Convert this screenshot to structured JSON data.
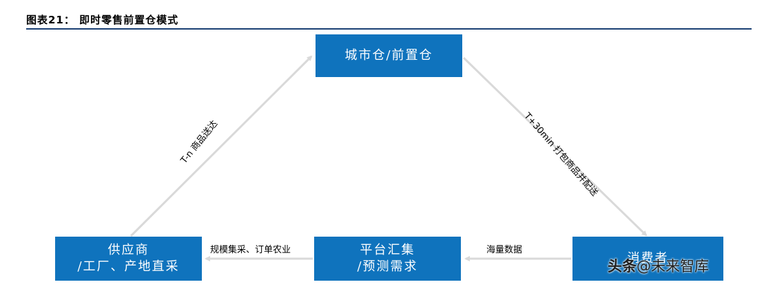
{
  "header": {
    "title": "图表21： 即时零售前置仓模式"
  },
  "nodes": {
    "city": {
      "line1": "城市仓/前置仓"
    },
    "supplier": {
      "line1": "供应商",
      "line2": "/工厂、产地直采"
    },
    "platform": {
      "line1": "平台汇集",
      "line2": "/预测需求"
    },
    "consumer": {
      "line1": "消费者"
    }
  },
  "edges": {
    "supplier_to_city": "T-n 商品送达",
    "city_to_consumer": "T+30min 打包商品并配送",
    "consumer_to_platform": "海量数据",
    "platform_to_supplier": "规模集采、订单农业"
  },
  "watermark": {
    "brand": "头条",
    "account": "@未来智库"
  },
  "colors": {
    "box": "#0f73bd",
    "arrow": "#d9d9d9",
    "rule": "#1a3f73"
  }
}
